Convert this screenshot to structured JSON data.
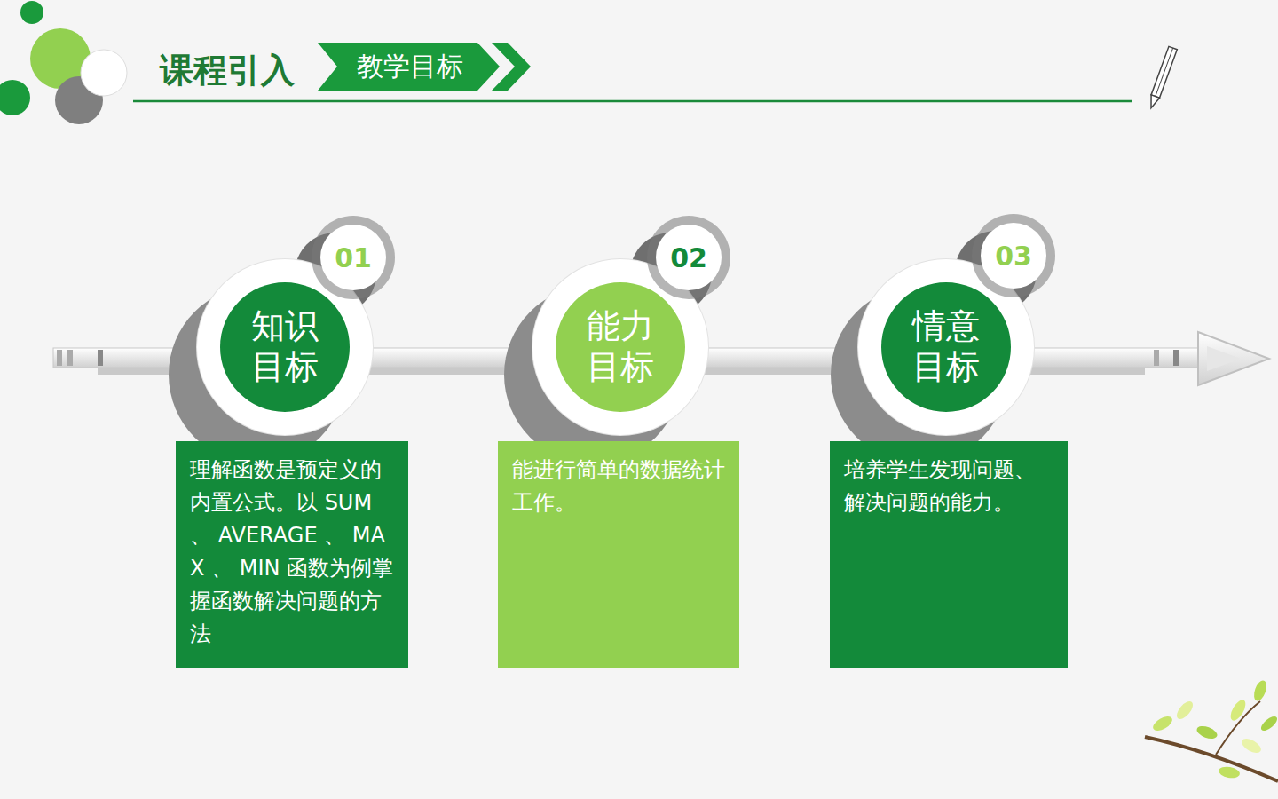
{
  "diagram": {
    "title": "课程引入",
    "nodes": [
      {
        "text": [
          "教学目标"
        ]
      },
      {
        "text": [
          "01"
        ]
      },
      {
        "text": [
          "知识 目标"
        ]
      },
      {
        "text": [
          "理解函数是预定义的内置公式。以 SUM 、 AVERAGE 、 MAX 、 MIN 函数为例掌握函数解决问题的方法"
        ]
      },
      {
        "text": [
          "02"
        ]
      },
      {
        "text": [
          "能力 目标"
        ]
      },
      {
        "text": [
          "能进行简单的数据统计工作。"
        ]
      },
      {
        "text": [
          "03"
        ]
      },
      {
        "text": [
          "情意 目标"
        ]
      },
      {
        "text": [
          "培养学生发现问题、解决问题的能力。"
        ]
      }
    ]
  }
}
